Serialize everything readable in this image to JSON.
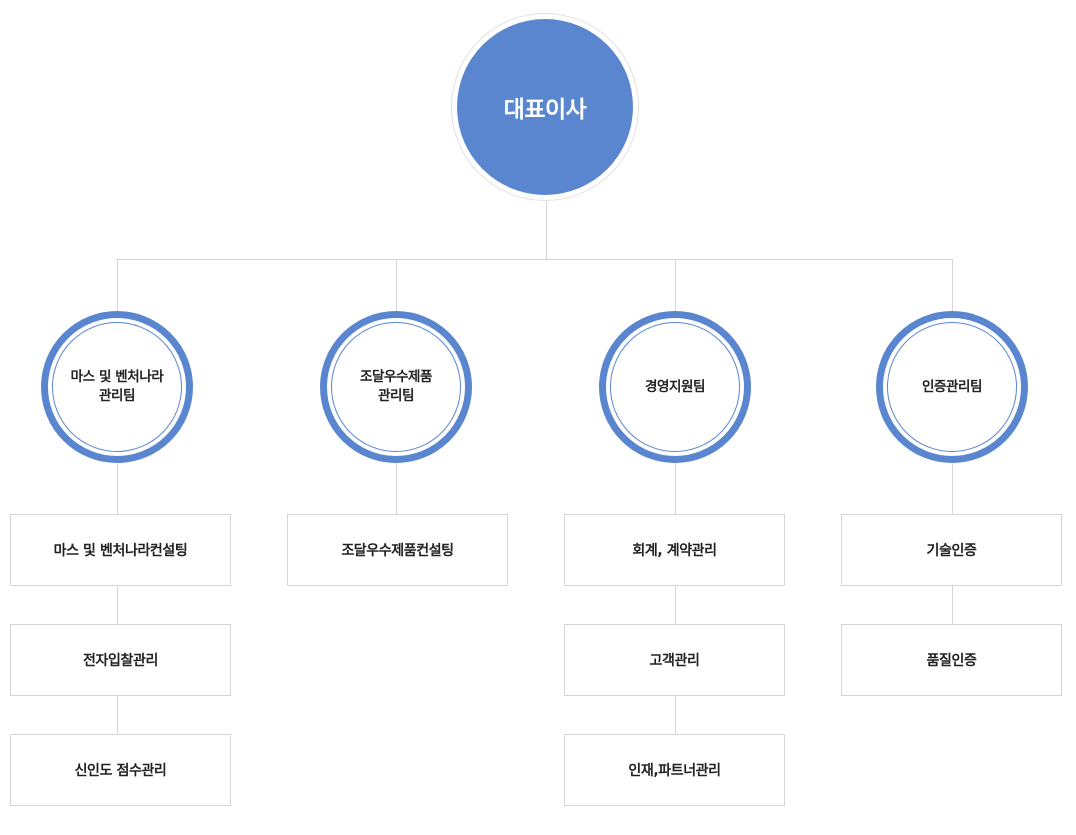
{
  "ceo": {
    "label": "대표이사"
  },
  "teams": [
    {
      "label": "마스 및 벤처나라\n관리팀",
      "tasks": [
        "마스 및 벤처나라컨설팅",
        "전자입찰관리",
        "신인도 점수관리"
      ]
    },
    {
      "label": "조달우수제품\n관리팀",
      "tasks": [
        "조달우수제품컨설팅"
      ]
    },
    {
      "label": "경영지원팀",
      "tasks": [
        "회계, 계약관리",
        "고객관리",
        "인재,파트너관리"
      ]
    },
    {
      "label": "인증관리팀",
      "tasks": [
        "기술인증",
        "품질인증"
      ]
    }
  ],
  "colors": {
    "accent": "#5a86cf",
    "connector": "#d6d6d6",
    "box_border": "#d6d6d6",
    "text": "#222222"
  }
}
